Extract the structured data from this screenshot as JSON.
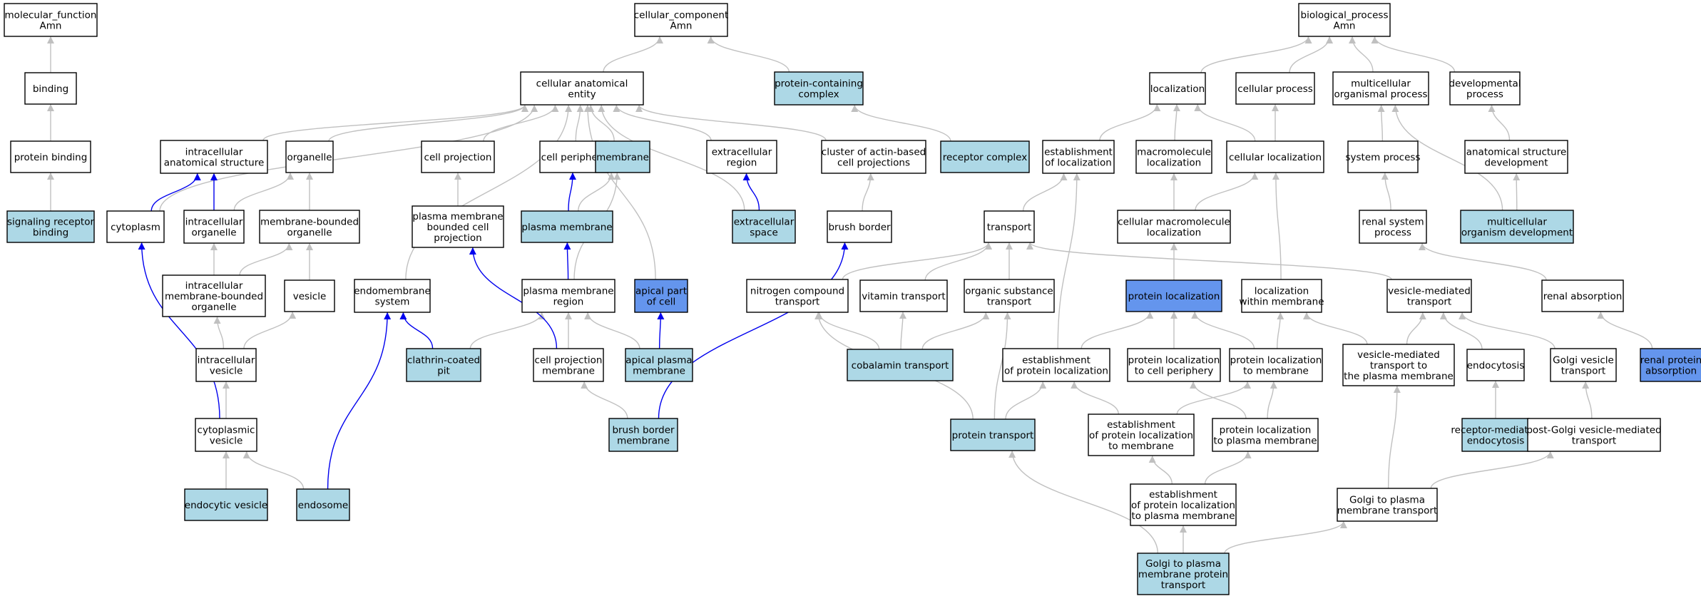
{
  "colors": {
    "plain": "#ffffff",
    "light": "#add8e6",
    "highlight": "#6495ed",
    "edge_gray": "#c0c0c0",
    "edge_blue": "#0000ee",
    "stroke": "#000000"
  },
  "nodes": [
    {
      "id": "mf",
      "lines": [
        "molecular_function",
        "Amn"
      ],
      "fill": "plain"
    },
    {
      "id": "binding",
      "lines": [
        "binding"
      ],
      "fill": "plain"
    },
    {
      "id": "protbind",
      "lines": [
        "protein binding"
      ],
      "fill": "plain"
    },
    {
      "id": "srb",
      "lines": [
        "signaling receptor",
        "binding"
      ],
      "fill": "light"
    },
    {
      "id": "cc",
      "lines": [
        "cellular_component",
        "Amn"
      ],
      "fill": "plain"
    },
    {
      "id": "cae",
      "lines": [
        "cellular anatomical",
        "entity"
      ],
      "fill": "plain"
    },
    {
      "id": "pcc",
      "lines": [
        "protein-containing",
        "complex"
      ],
      "fill": "light"
    },
    {
      "id": "recc",
      "lines": [
        "receptor complex"
      ],
      "fill": "light"
    },
    {
      "id": "ias",
      "lines": [
        "intracellular",
        "anatomical structure"
      ],
      "fill": "plain"
    },
    {
      "id": "organelle",
      "lines": [
        "organelle"
      ],
      "fill": "plain"
    },
    {
      "id": "cellproj",
      "lines": [
        "cell projection"
      ],
      "fill": "plain"
    },
    {
      "id": "cellper",
      "lines": [
        "cell periphery"
      ],
      "fill": "plain"
    },
    {
      "id": "membrane",
      "lines": [
        "membrane"
      ],
      "fill": "light"
    },
    {
      "id": "extreg",
      "lines": [
        "extracellular",
        "region"
      ],
      "fill": "plain"
    },
    {
      "id": "cluster",
      "lines": [
        "cluster of actin-based",
        "cell projections"
      ],
      "fill": "plain"
    },
    {
      "id": "cytoplasm",
      "lines": [
        "cytoplasm"
      ],
      "fill": "plain"
    },
    {
      "id": "intorg",
      "lines": [
        "intracellular",
        "organelle"
      ],
      "fill": "plain"
    },
    {
      "id": "mbo",
      "lines": [
        "membrane-bounded",
        "organelle"
      ],
      "fill": "plain"
    },
    {
      "id": "pmbcp",
      "lines": [
        "plasma membrane",
        "bounded cell",
        "projection"
      ],
      "fill": "plain"
    },
    {
      "id": "pm",
      "lines": [
        "plasma membrane"
      ],
      "fill": "light"
    },
    {
      "id": "extspace",
      "lines": [
        "extracellular",
        "space"
      ],
      "fill": "light"
    },
    {
      "id": "brush",
      "lines": [
        "brush border"
      ],
      "fill": "plain"
    },
    {
      "id": "imbo",
      "lines": [
        "intracellular",
        "membrane-bounded",
        "organelle"
      ],
      "fill": "plain"
    },
    {
      "id": "vesicle",
      "lines": [
        "vesicle"
      ],
      "fill": "plain"
    },
    {
      "id": "endomem",
      "lines": [
        "endomembrane",
        "system"
      ],
      "fill": "plain"
    },
    {
      "id": "pmr",
      "lines": [
        "plasma membrane",
        "region"
      ],
      "fill": "plain"
    },
    {
      "id": "apc",
      "lines": [
        "apical part",
        "of cell"
      ],
      "fill": "highlight"
    },
    {
      "id": "intves",
      "lines": [
        "intracellular",
        "vesicle"
      ],
      "fill": "plain"
    },
    {
      "id": "ccp",
      "lines": [
        "clathrin-coated",
        "pit"
      ],
      "fill": "light"
    },
    {
      "id": "cpm",
      "lines": [
        "cell projection",
        "membrane"
      ],
      "fill": "plain"
    },
    {
      "id": "apm",
      "lines": [
        "apical plasma",
        "membrane"
      ],
      "fill": "light"
    },
    {
      "id": "cytves",
      "lines": [
        "cytoplasmic",
        "vesicle"
      ],
      "fill": "plain"
    },
    {
      "id": "bbm",
      "lines": [
        "brush border",
        "membrane"
      ],
      "fill": "light"
    },
    {
      "id": "endves",
      "lines": [
        "endocytic vesicle"
      ],
      "fill": "light"
    },
    {
      "id": "endosome",
      "lines": [
        "endosome"
      ],
      "fill": "light"
    },
    {
      "id": "bp",
      "lines": [
        "biological_process",
        "Amn"
      ],
      "fill": "plain"
    },
    {
      "id": "loc",
      "lines": [
        "localization"
      ],
      "fill": "plain"
    },
    {
      "id": "cellproc",
      "lines": [
        "cellular process"
      ],
      "fill": "plain"
    },
    {
      "id": "mop",
      "lines": [
        "multicellular",
        "organismal process"
      ],
      "fill": "plain"
    },
    {
      "id": "devproc",
      "lines": [
        "developmental",
        "process"
      ],
      "fill": "plain"
    },
    {
      "id": "estloc",
      "lines": [
        "establishment",
        "of localization"
      ],
      "fill": "plain"
    },
    {
      "id": "macloc",
      "lines": [
        "macromolecule",
        "localization"
      ],
      "fill": "plain"
    },
    {
      "id": "cellloc",
      "lines": [
        "cellular localization"
      ],
      "fill": "plain"
    },
    {
      "id": "sysproc",
      "lines": [
        "system process"
      ],
      "fill": "plain"
    },
    {
      "id": "asd",
      "lines": [
        "anatomical structure",
        "development"
      ],
      "fill": "plain"
    },
    {
      "id": "transport",
      "lines": [
        "transport"
      ],
      "fill": "plain"
    },
    {
      "id": "cmacloc",
      "lines": [
        "cellular macromolecule",
        "localization"
      ],
      "fill": "plain"
    },
    {
      "id": "rsp",
      "lines": [
        "renal system",
        "process"
      ],
      "fill": "plain"
    },
    {
      "id": "mod",
      "lines": [
        "multicellular",
        "organism development"
      ],
      "fill": "light"
    },
    {
      "id": "nct",
      "lines": [
        "nitrogen compound",
        "transport"
      ],
      "fill": "plain"
    },
    {
      "id": "vitt",
      "lines": [
        "vitamin transport"
      ],
      "fill": "plain"
    },
    {
      "id": "ost",
      "lines": [
        "organic substance",
        "transport"
      ],
      "fill": "plain"
    },
    {
      "id": "protloc",
      "lines": [
        "protein localization"
      ],
      "fill": "highlight"
    },
    {
      "id": "locwm",
      "lines": [
        "localization",
        "within membrane"
      ],
      "fill": "plain"
    },
    {
      "id": "vmt",
      "lines": [
        "vesicle-mediated",
        "transport"
      ],
      "fill": "plain"
    },
    {
      "id": "renabs",
      "lines": [
        "renal absorption"
      ],
      "fill": "plain"
    },
    {
      "id": "cobt",
      "lines": [
        "cobalamin transport"
      ],
      "fill": "light"
    },
    {
      "id": "epl",
      "lines": [
        "establishment",
        "of protein localization"
      ],
      "fill": "plain"
    },
    {
      "id": "pltcp",
      "lines": [
        "protein localization",
        "to cell periphery"
      ],
      "fill": "plain"
    },
    {
      "id": "pltm",
      "lines": [
        "protein localization",
        "to membrane"
      ],
      "fill": "plain"
    },
    {
      "id": "vmtpm",
      "lines": [
        "vesicle-mediated",
        "transport to",
        "the plasma membrane"
      ],
      "fill": "plain"
    },
    {
      "id": "endocyt",
      "lines": [
        "endocytosis"
      ],
      "fill": "plain"
    },
    {
      "id": "gvt",
      "lines": [
        "Golgi vesicle",
        "transport"
      ],
      "fill": "plain"
    },
    {
      "id": "rpa",
      "lines": [
        "renal protein",
        "absorption"
      ],
      "fill": "highlight"
    },
    {
      "id": "prott",
      "lines": [
        "protein transport"
      ],
      "fill": "light"
    },
    {
      "id": "epltm",
      "lines": [
        "establishment",
        "of protein localization",
        "to membrane"
      ],
      "fill": "plain"
    },
    {
      "id": "pltpm",
      "lines": [
        "protein localization",
        "to plasma membrane"
      ],
      "fill": "plain"
    },
    {
      "id": "rme",
      "lines": [
        "receptor-mediated",
        "endocytosis"
      ],
      "fill": "light"
    },
    {
      "id": "pgvt",
      "lines": [
        "post-Golgi vesicle-mediated",
        "transport"
      ],
      "fill": "plain"
    },
    {
      "id": "epltpm",
      "lines": [
        "establishment",
        "of protein localization",
        "to plasma membrane"
      ],
      "fill": "plain"
    },
    {
      "id": "gtpmt",
      "lines": [
        "Golgi to plasma",
        "membrane transport"
      ],
      "fill": "plain"
    },
    {
      "id": "gtpmpt",
      "lines": [
        "Golgi to plasma",
        "membrane protein",
        "transport"
      ],
      "fill": "light"
    }
  ],
  "edges": [
    {
      "from": "binding",
      "to": "mf",
      "color": "gray"
    },
    {
      "from": "protbind",
      "to": "binding",
      "color": "gray"
    },
    {
      "from": "srb",
      "to": "protbind",
      "color": "gray"
    },
    {
      "from": "cae",
      "to": "cc",
      "color": "gray"
    },
    {
      "from": "pcc",
      "to": "cc",
      "color": "gray"
    },
    {
      "from": "recc",
      "to": "pcc",
      "color": "gray"
    },
    {
      "from": "ias",
      "to": "cae",
      "color": "gray"
    },
    {
      "from": "organelle",
      "to": "cae",
      "color": "gray"
    },
    {
      "from": "cellproj",
      "to": "cae",
      "color": "gray"
    },
    {
      "from": "cellper",
      "to": "cae",
      "color": "gray"
    },
    {
      "from": "membrane",
      "to": "cae",
      "color": "gray"
    },
    {
      "from": "extreg",
      "to": "cae",
      "color": "gray"
    },
    {
      "from": "cluster",
      "to": "cae",
      "color": "gray"
    },
    {
      "from": "cytoplasm",
      "to": "cae",
      "color": "gray"
    },
    {
      "from": "endomem",
      "to": "cae",
      "color": "gray"
    },
    {
      "from": "apc",
      "to": "cae",
      "color": "gray"
    },
    {
      "from": "extspace",
      "to": "cae",
      "color": "gray"
    },
    {
      "from": "cytoplasm",
      "to": "ias",
      "color": "blue"
    },
    {
      "from": "intorg",
      "to": "ias",
      "color": "blue"
    },
    {
      "from": "intorg",
      "to": "organelle",
      "color": "gray"
    },
    {
      "from": "mbo",
      "to": "organelle",
      "color": "gray"
    },
    {
      "from": "pmbcp",
      "to": "cellproj",
      "color": "gray"
    },
    {
      "from": "pm",
      "to": "cellper",
      "color": "blue"
    },
    {
      "from": "pm",
      "to": "membrane",
      "color": "gray"
    },
    {
      "from": "extspace",
      "to": "extreg",
      "color": "blue"
    },
    {
      "from": "brush",
      "to": "cluster",
      "color": "gray"
    },
    {
      "from": "imbo",
      "to": "intorg",
      "color": "gray"
    },
    {
      "from": "imbo",
      "to": "mbo",
      "color": "gray"
    },
    {
      "from": "vesicle",
      "to": "mbo",
      "color": "gray"
    },
    {
      "from": "pmr",
      "to": "pm",
      "color": "blue"
    },
    {
      "from": "pmr",
      "to": "membrane",
      "color": "gray"
    },
    {
      "from": "intves",
      "to": "imbo",
      "color": "gray"
    },
    {
      "from": "intves",
      "to": "vesicle",
      "color": "gray"
    },
    {
      "from": "ccp",
      "to": "endomem",
      "color": "blue"
    },
    {
      "from": "ccp",
      "to": "pmr",
      "color": "gray"
    },
    {
      "from": "cpm",
      "to": "pmr",
      "color": "gray"
    },
    {
      "from": "cpm",
      "to": "pmbcp",
      "color": "blue"
    },
    {
      "from": "apm",
      "to": "pmr",
      "color": "gray"
    },
    {
      "from": "apm",
      "to": "apc",
      "color": "blue"
    },
    {
      "from": "cytves",
      "to": "intves",
      "color": "gray"
    },
    {
      "from": "cytves",
      "to": "cytoplasm",
      "color": "blue"
    },
    {
      "from": "bbm",
      "to": "cpm",
      "color": "gray"
    },
    {
      "from": "bbm",
      "to": "brush",
      "color": "blue"
    },
    {
      "from": "endves",
      "to": "cytves",
      "color": "gray"
    },
    {
      "from": "endosome",
      "to": "cytves",
      "color": "gray"
    },
    {
      "from": "endosome",
      "to": "endomem",
      "color": "blue"
    },
    {
      "from": "loc",
      "to": "bp",
      "color": "gray"
    },
    {
      "from": "cellproc",
      "to": "bp",
      "color": "gray"
    },
    {
      "from": "mop",
      "to": "bp",
      "color": "gray"
    },
    {
      "from": "devproc",
      "to": "bp",
      "color": "gray"
    },
    {
      "from": "estloc",
      "to": "loc",
      "color": "gray"
    },
    {
      "from": "macloc",
      "to": "loc",
      "color": "gray"
    },
    {
      "from": "cellloc",
      "to": "loc",
      "color": "gray"
    },
    {
      "from": "cellloc",
      "to": "cellproc",
      "color": "gray"
    },
    {
      "from": "sysproc",
      "to": "mop",
      "color": "gray"
    },
    {
      "from": "asd",
      "to": "devproc",
      "color": "gray"
    },
    {
      "from": "transport",
      "to": "estloc",
      "color": "gray"
    },
    {
      "from": "cmacloc",
      "to": "macloc",
      "color": "gray"
    },
    {
      "from": "cmacloc",
      "to": "cellloc",
      "color": "gray"
    },
    {
      "from": "rsp",
      "to": "sysproc",
      "color": "gray"
    },
    {
      "from": "mod",
      "to": "asd",
      "color": "gray"
    },
    {
      "from": "mod",
      "to": "mop",
      "color": "gray"
    },
    {
      "from": "nct",
      "to": "transport",
      "color": "gray"
    },
    {
      "from": "vitt",
      "to": "transport",
      "color": "gray"
    },
    {
      "from": "ost",
      "to": "transport",
      "color": "gray"
    },
    {
      "from": "vmt",
      "to": "transport",
      "color": "gray"
    },
    {
      "from": "protloc",
      "to": "cmacloc",
      "color": "gray"
    },
    {
      "from": "locwm",
      "to": "cellloc",
      "color": "gray"
    },
    {
      "from": "renabs",
      "to": "rsp",
      "color": "gray"
    },
    {
      "from": "cobt",
      "to": "nct",
      "color": "gray"
    },
    {
      "from": "cobt",
      "to": "vitt",
      "color": "gray"
    },
    {
      "from": "cobt",
      "to": "ost",
      "color": "gray"
    },
    {
      "from": "epl",
      "to": "protloc",
      "color": "gray"
    },
    {
      "from": "epl",
      "to": "estloc",
      "color": "gray"
    },
    {
      "from": "pltcp",
      "to": "protloc",
      "color": "gray"
    },
    {
      "from": "pltm",
      "to": "protloc",
      "color": "gray"
    },
    {
      "from": "pltm",
      "to": "locwm",
      "color": "gray"
    },
    {
      "from": "vmtpm",
      "to": "vmt",
      "color": "gray"
    },
    {
      "from": "vmtpm",
      "to": "locwm",
      "color": "gray"
    },
    {
      "from": "endocyt",
      "to": "vmt",
      "color": "gray"
    },
    {
      "from": "gvt",
      "to": "vmt",
      "color": "gray"
    },
    {
      "from": "rpa",
      "to": "renabs",
      "color": "gray"
    },
    {
      "from": "prott",
      "to": "epl",
      "color": "gray"
    },
    {
      "from": "prott",
      "to": "ost",
      "color": "gray"
    },
    {
      "from": "prott",
      "to": "nct",
      "color": "gray"
    },
    {
      "from": "epltm",
      "to": "epl",
      "color": "gray"
    },
    {
      "from": "epltm",
      "to": "pltm",
      "color": "gray"
    },
    {
      "from": "pltpm",
      "to": "pltm",
      "color": "gray"
    },
    {
      "from": "pltpm",
      "to": "pltcp",
      "color": "gray"
    },
    {
      "from": "rme",
      "to": "endocyt",
      "color": "gray"
    },
    {
      "from": "pgvt",
      "to": "gvt",
      "color": "gray"
    },
    {
      "from": "epltpm",
      "to": "epltm",
      "color": "gray"
    },
    {
      "from": "epltpm",
      "to": "pltpm",
      "color": "gray"
    },
    {
      "from": "gtpmt",
      "to": "vmtpm",
      "color": "gray"
    },
    {
      "from": "gtpmt",
      "to": "pgvt",
      "color": "gray"
    },
    {
      "from": "gtpmpt",
      "to": "epltpm",
      "color": "gray"
    },
    {
      "from": "gtpmpt",
      "to": "gtpmt",
      "color": "gray"
    },
    {
      "from": "gtpmpt",
      "to": "prott",
      "color": "gray"
    }
  ]
}
